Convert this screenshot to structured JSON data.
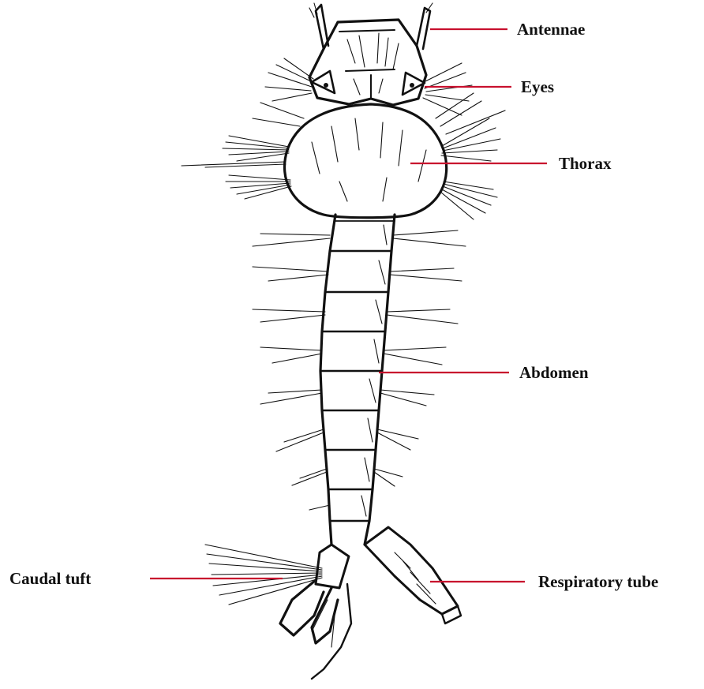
{
  "diagram": {
    "labels": {
      "antennae": "Antennae",
      "eyes": "Eyes",
      "thorax": "Thorax",
      "abdomen": "Abdomen",
      "caudal_tuft": "Caudal tuft",
      "respiratory_tube": "Respiratory tube"
    },
    "colors": {
      "leader_line": "#c8102e",
      "ink": "#111111",
      "background": "#ffffff"
    }
  }
}
